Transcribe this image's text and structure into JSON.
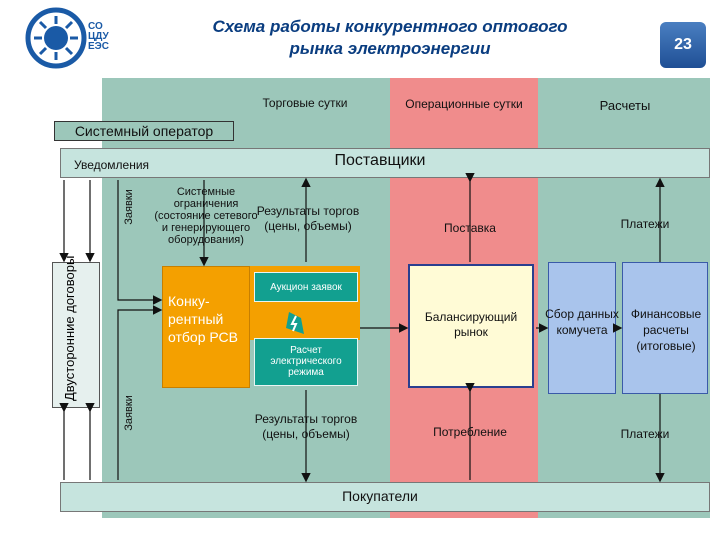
{
  "header": {
    "logo_text": "СО\nЦДУ\nЕЭС",
    "title": "Схема работы конкурентного оптового рынка электроэнергии",
    "slide_number": "23"
  },
  "columns": {
    "trading_day": "Торговые сутки",
    "operational_day": "Операционные сутки",
    "settlements": "Расчеты"
  },
  "labels": {
    "system_operator": "Системный оператор",
    "notifications": "Уведомления",
    "suppliers": "Поставщики",
    "buyers": "Покупатели",
    "bids_top": "Заявки",
    "bids_bottom": "Заявки",
    "bilateral": "Двусторонние договоры",
    "system_constraints": "Системные ограничения (состояние сетевого и генерирующего оборудования)",
    "results_top": "Результаты торгов (цены, объемы)",
    "results_bottom": "Результаты торгов (цены, объемы)",
    "competitive_selection": "Конку- рентный отбор РСВ",
    "bid_auction": "Аукцион заявок",
    "regime_calc": "Расчет электрического режима",
    "supply": "Поставка",
    "consumption": "Потребление",
    "balancing_market": "Балансирующий рынок",
    "metering_data": "Сбор данных комучета",
    "financial_settlements": "Финансовые расчеты (итоговые)",
    "payments_top": "Платежи",
    "payments_bottom": "Платежи"
  },
  "colors": {
    "green_area": "#9cc7ba",
    "red_band": "#f08c8c",
    "orange": "#f4a000",
    "teal": "#12a090",
    "title": "#0a3d80"
  }
}
